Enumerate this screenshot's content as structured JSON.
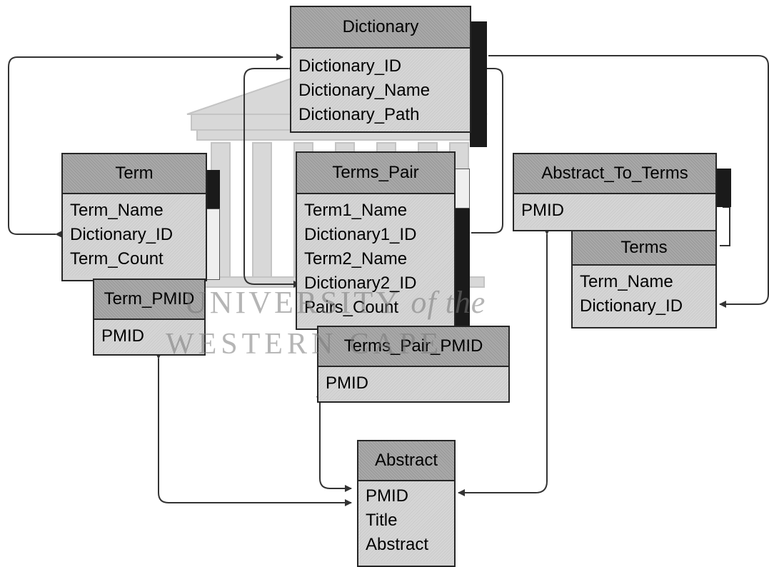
{
  "watermark": {
    "line1_main": "UNIVERSITY",
    "line1_suffix": "of the",
    "line2": "WESTERN CAPE"
  },
  "entities": {
    "dictionary": {
      "title": "Dictionary",
      "fields": [
        "Dictionary_ID",
        "Dictionary_Name",
        "Dictionary_Path"
      ]
    },
    "term": {
      "title": "Term",
      "fields": [
        "Term_Name",
        "Dictionary_ID",
        "Term_Count"
      ]
    },
    "term_pmid": {
      "title": "Term_PMID",
      "fields": [
        "PMID"
      ]
    },
    "terms_pair": {
      "title": "Terms_Pair",
      "fields": [
        "Term1_Name",
        "Dictionary1_ID",
        "Term2_Name",
        "Dictionary2_ID",
        "Pairs_Count"
      ]
    },
    "terms_pair_pmid": {
      "title": "Terms_Pair_PMID",
      "fields": [
        "PMID"
      ]
    },
    "abstract_to_terms": {
      "title": "Abstract_To_Terms",
      "fields": [
        "PMID"
      ]
    },
    "terms": {
      "title": "Terms",
      "fields": [
        "Term_Name",
        "Dictionary_ID"
      ]
    },
    "abstract": {
      "title": "Abstract",
      "fields": [
        "PMID",
        "Title",
        "Abstract"
      ]
    }
  },
  "colors": {
    "header_fill": "#a9a9a9",
    "body_fill": "#d6d6d6",
    "border": "#262626",
    "connector": "#333333",
    "watermark": "#8c8c8c"
  }
}
